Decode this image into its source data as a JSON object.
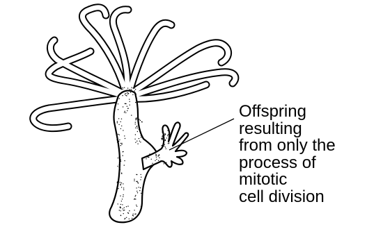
{
  "label": {
    "lines": [
      "Offspring",
      "resulting",
      "from only the",
      "process of",
      "mitotic",
      "cell division"
    ]
  },
  "colors": {
    "ink": "#000000",
    "background": "#ffffff"
  }
}
